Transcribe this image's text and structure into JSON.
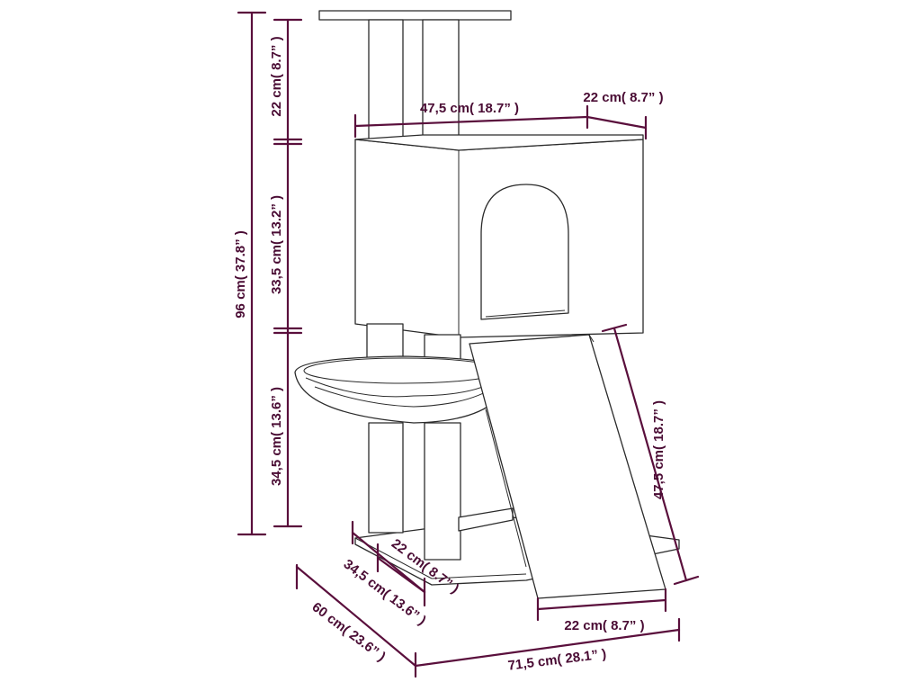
{
  "colors": {
    "dimension_line": "#5a0f3c",
    "dimension_text": "#4a0c34",
    "outline": "#2b2b2b",
    "background": "#ffffff"
  },
  "labels": {
    "total_height": "96 cm( 37.8” )",
    "top_section_height": "22 cm( 8.7” )",
    "middle_section_height": "33,5 cm( 13.2” )",
    "lower_section_height": "34,5 cm( 13.6” )",
    "house_width": "47,5 cm( 18.7” )",
    "house_depth": "22 cm( 8.7” )",
    "ramp_length": "47,5 cm( 18.7” )",
    "ramp_width": "22 cm( 8.7” )",
    "base_inner_depth": "22 cm( 8.7” )",
    "base_depth": "34,5 cm( 13.6” )",
    "overall_depth": "60 cm( 23.6” )",
    "overall_width": "71,5 cm( 28.1” )"
  }
}
